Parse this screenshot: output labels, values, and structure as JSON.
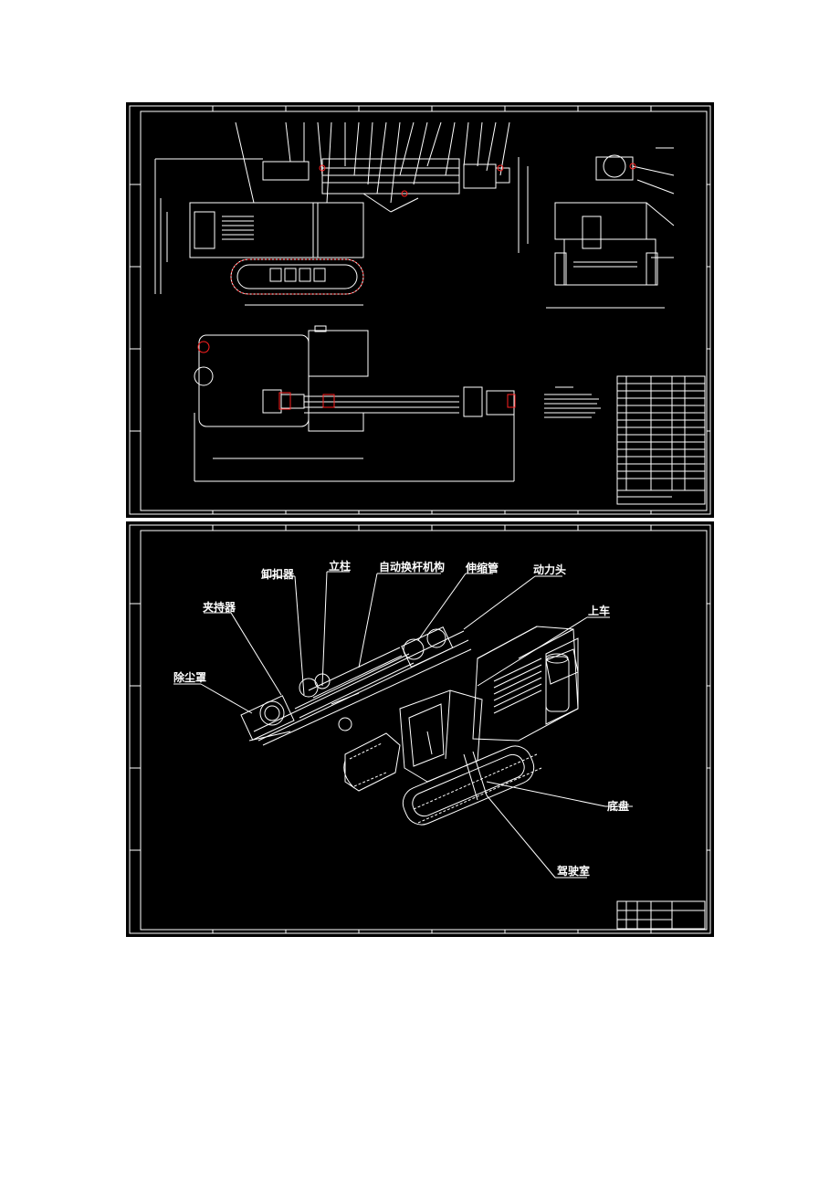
{
  "page": {
    "background": "#ffffff"
  },
  "drawing1": {
    "view": "orthographic-assembly",
    "line_color": "#ffffff",
    "highlight_color": "#ff2020",
    "background": "#000000"
  },
  "drawing2": {
    "view": "isometric-assembly",
    "line_color": "#ffffff",
    "background": "#000000",
    "callouts": [
      {
        "id": "shakou",
        "label": "卸扣器"
      },
      {
        "id": "lizhu",
        "label": "立柱"
      },
      {
        "id": "huangan",
        "label": "自动换杆机构"
      },
      {
        "id": "shensuo",
        "label": "伸缩管"
      },
      {
        "id": "donglitou",
        "label": "动力头"
      },
      {
        "id": "jiachiqi",
        "label": "夹持器"
      },
      {
        "id": "shangche",
        "label": "上车"
      },
      {
        "id": "chuchenzhao",
        "label": "除尘罩"
      },
      {
        "id": "dipan",
        "label": "底盘"
      },
      {
        "id": "jiashishi",
        "label": "驾驶室"
      }
    ]
  }
}
